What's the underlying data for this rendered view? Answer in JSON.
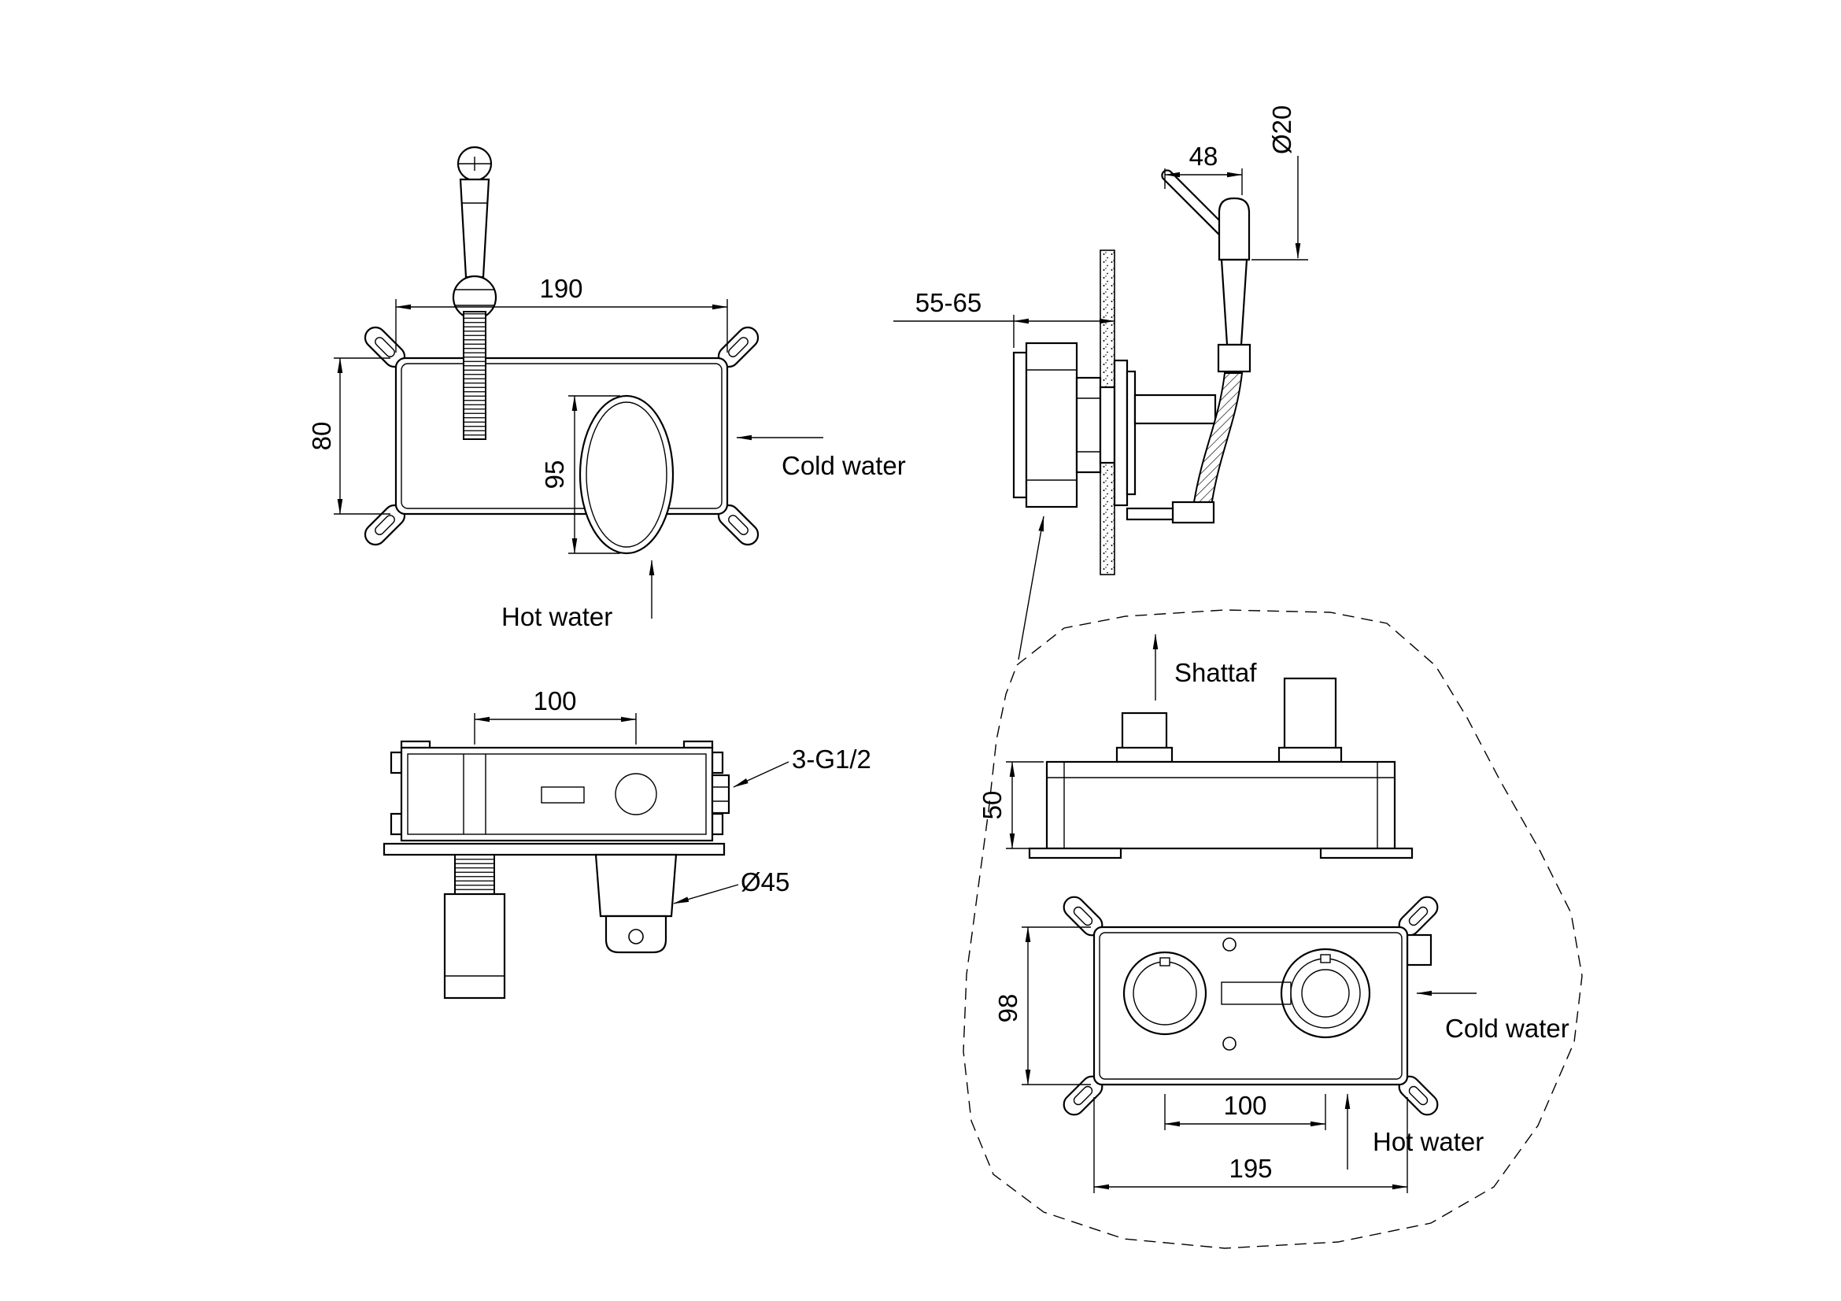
{
  "drawing": {
    "background": "#ffffff",
    "line_color": "#000000",
    "front_view": {
      "dim_plate_width": "190",
      "dim_plate_height": "80",
      "dim_handle_height": "95",
      "cold_water_label": "Cold water",
      "hot_water_label": "Hot water"
    },
    "side_view": {
      "dim_handle_offset": "48",
      "dim_pipe_diameter": "Ø20",
      "dim_wall_depth_range": "55-65"
    },
    "plan_view": {
      "dim_port_spacing": "100",
      "thread_label": "3-G1/2",
      "dim_outlet_diameter": "Ø45"
    },
    "detail_view": {
      "shattaf_label": "Shattaf",
      "dim_box_depth": "50",
      "dim_box_height": "98",
      "dim_valve_spacing": "100",
      "dim_box_width": "195",
      "cold_water_label": "Cold water",
      "hot_water_label": "Hot water"
    }
  }
}
